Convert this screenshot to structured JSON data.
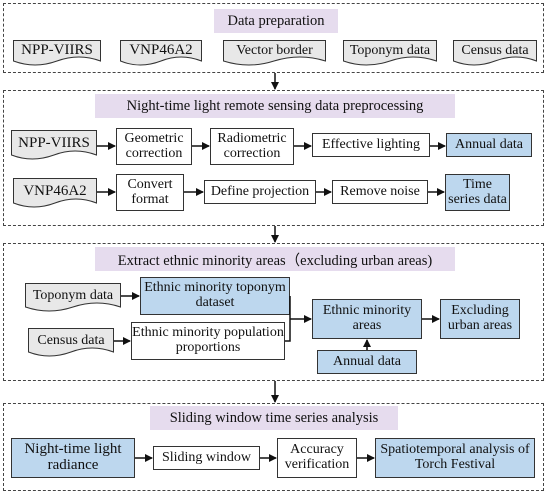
{
  "sections": {
    "data_preparation": {
      "title": "Data preparation",
      "inputs": [
        "NPP-VIIRS",
        "VNP46A2",
        "Vector border",
        "Toponym data",
        "Census data"
      ]
    },
    "preprocessing": {
      "title": "Night-time light remote sensing data preprocessing",
      "row1": {
        "source": "NPP-VIIRS",
        "steps": [
          "Geometric correction",
          "Radiometric correction",
          "Effective lighting"
        ],
        "output": "Annual data"
      },
      "row2": {
        "source": "VNP46A2",
        "steps": [
          "Convert format",
          "Define projection",
          "Remove noise"
        ],
        "output": "Time series data"
      }
    },
    "extraction": {
      "title": "Extract ethnic minority areas（excluding urban areas)",
      "toponym_input": "Toponym data",
      "census_input": "Census data",
      "toponym_dataset": "Ethnic minority toponym dataset",
      "population_proportions": "Ethnic minority population proportions",
      "minority_areas": "Ethnic minority areas",
      "annual_data": "Annual data",
      "excluding_urban": "Excluding urban areas"
    },
    "sliding_window": {
      "title": "Sliding window  time series analysis",
      "radiance": "Night-time light radiance",
      "window": "Sliding window",
      "verification": "Accuracy verification",
      "analysis": "Spatiotemporal analysis of Torch Festival"
    }
  },
  "colors": {
    "title_fill": "#e6dcee",
    "result_fill": "#bdd7ee",
    "doc_fill": "#e8e8e8",
    "line": "#111111"
  }
}
